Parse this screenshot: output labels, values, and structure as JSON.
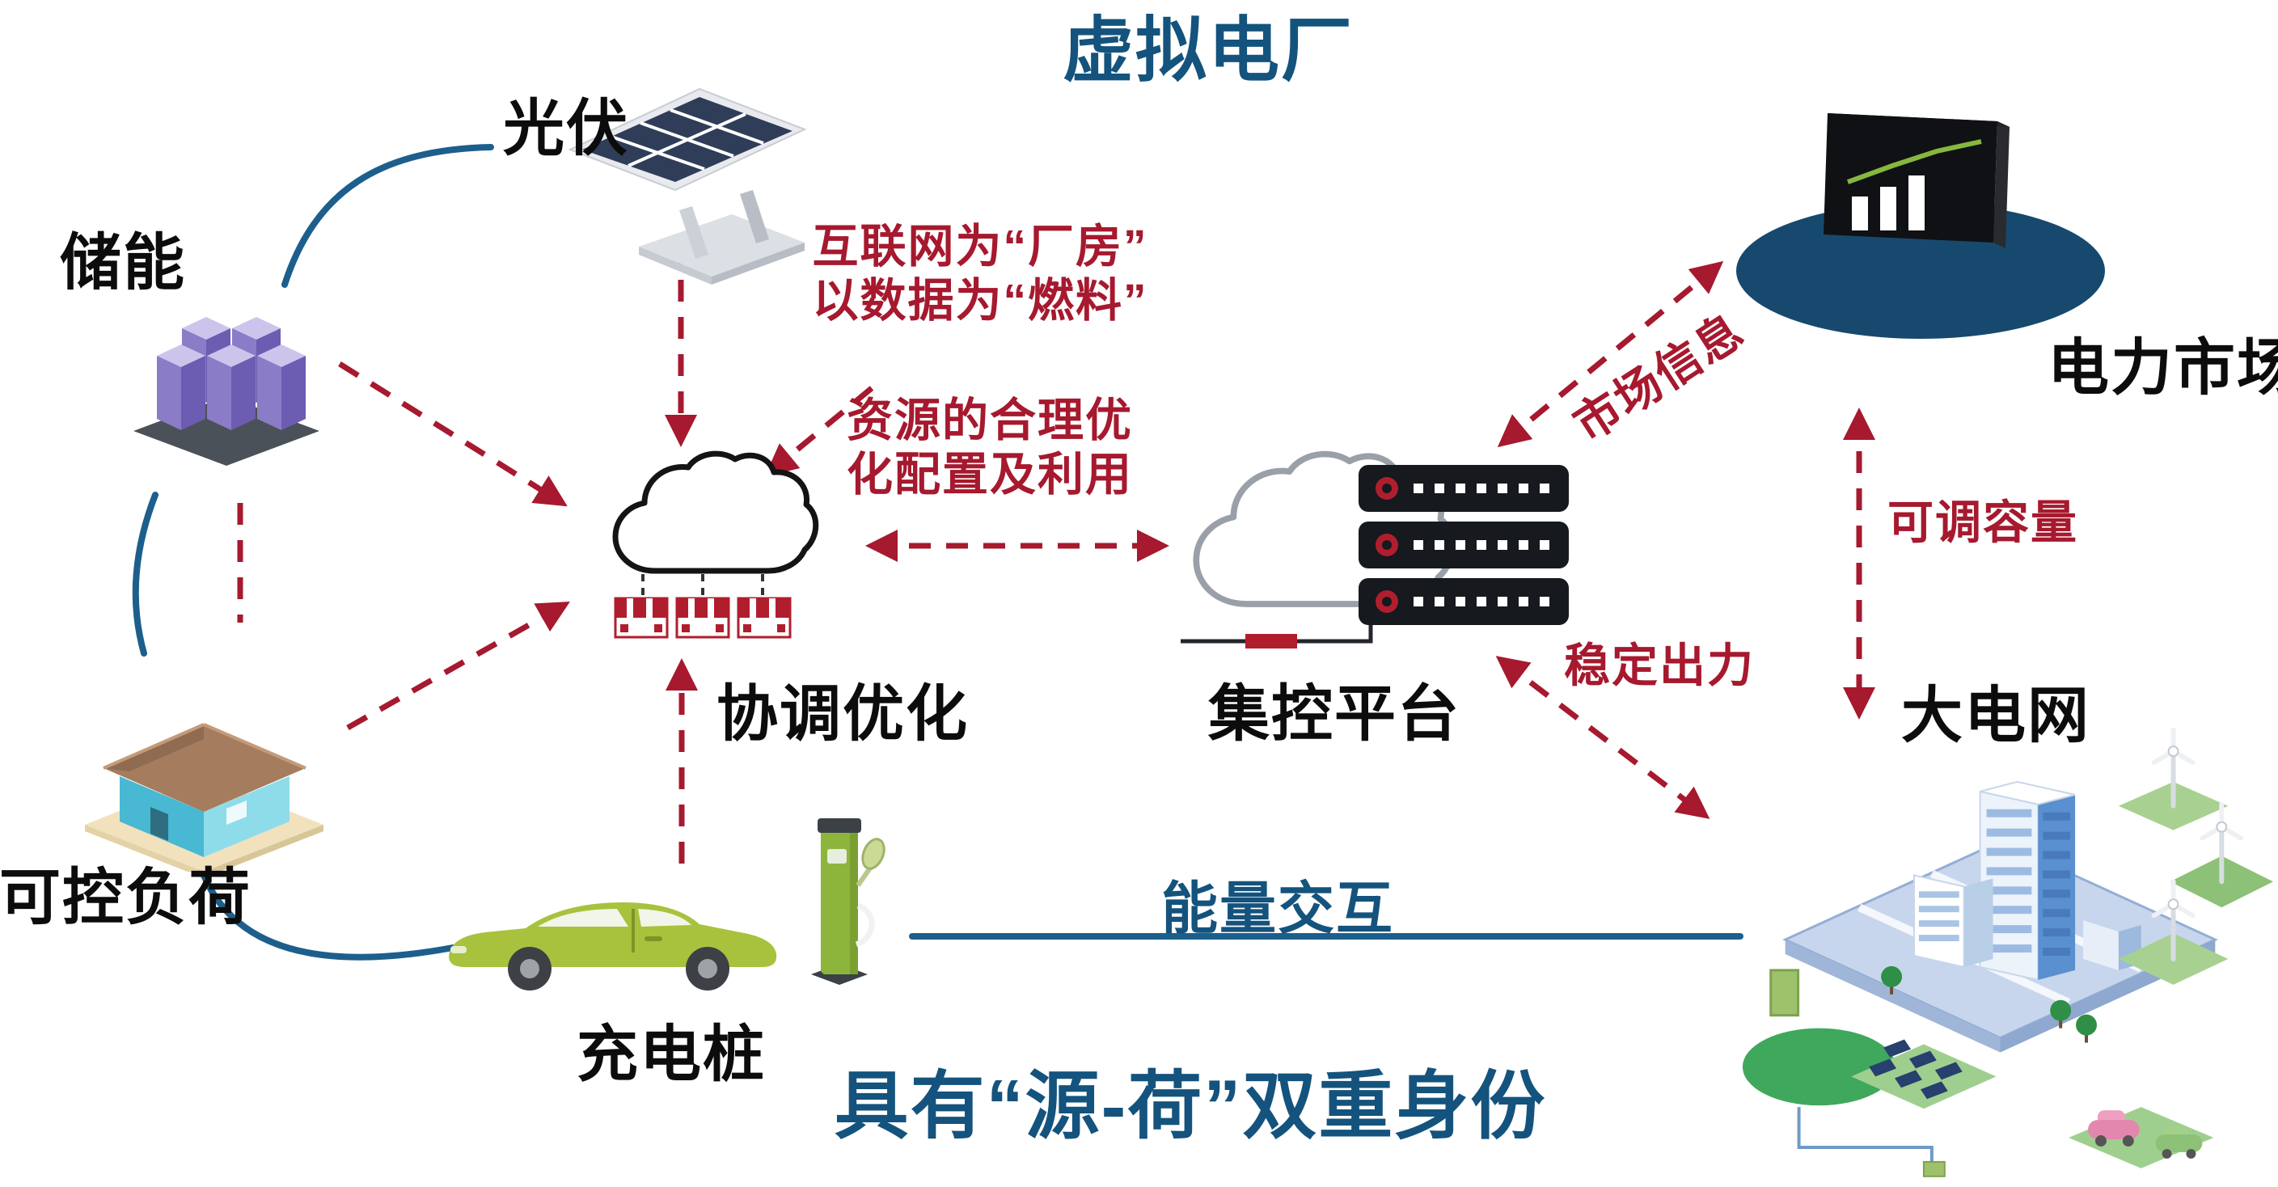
{
  "title": "虚拟电厂",
  "nodes": {
    "solar": {
      "label": "光伏"
    },
    "storage": {
      "label": "储能"
    },
    "load": {
      "label": "可控负荷"
    },
    "charger": {
      "label": "充电桩"
    },
    "coordination": {
      "label": "协调优化"
    },
    "platform": {
      "label": "集控平台"
    },
    "market": {
      "label": "电力市场"
    },
    "grid": {
      "label": "大电网"
    }
  },
  "annotations": {
    "internet": {
      "line1": "互联网为“厂房”",
      "line2": "以数据为“燃料”"
    },
    "resource": {
      "line1": "资源的合理优",
      "line2": "化配置及利用"
    },
    "market_info": "市场信息",
    "adjustable_capacity": "可调容量",
    "stable_output": "稳定出力",
    "energy_exchange": "能量交互",
    "dual_identity": "具有“源-荷”双重身份"
  },
  "colors": {
    "navy_text": "#14537d",
    "red_accent": "#a6192e",
    "navy_line": "#1d5f8c",
    "storage_purple": "#8a7cc6",
    "car_green": "#a8c23d",
    "market_ellipse": "#17496e"
  }
}
